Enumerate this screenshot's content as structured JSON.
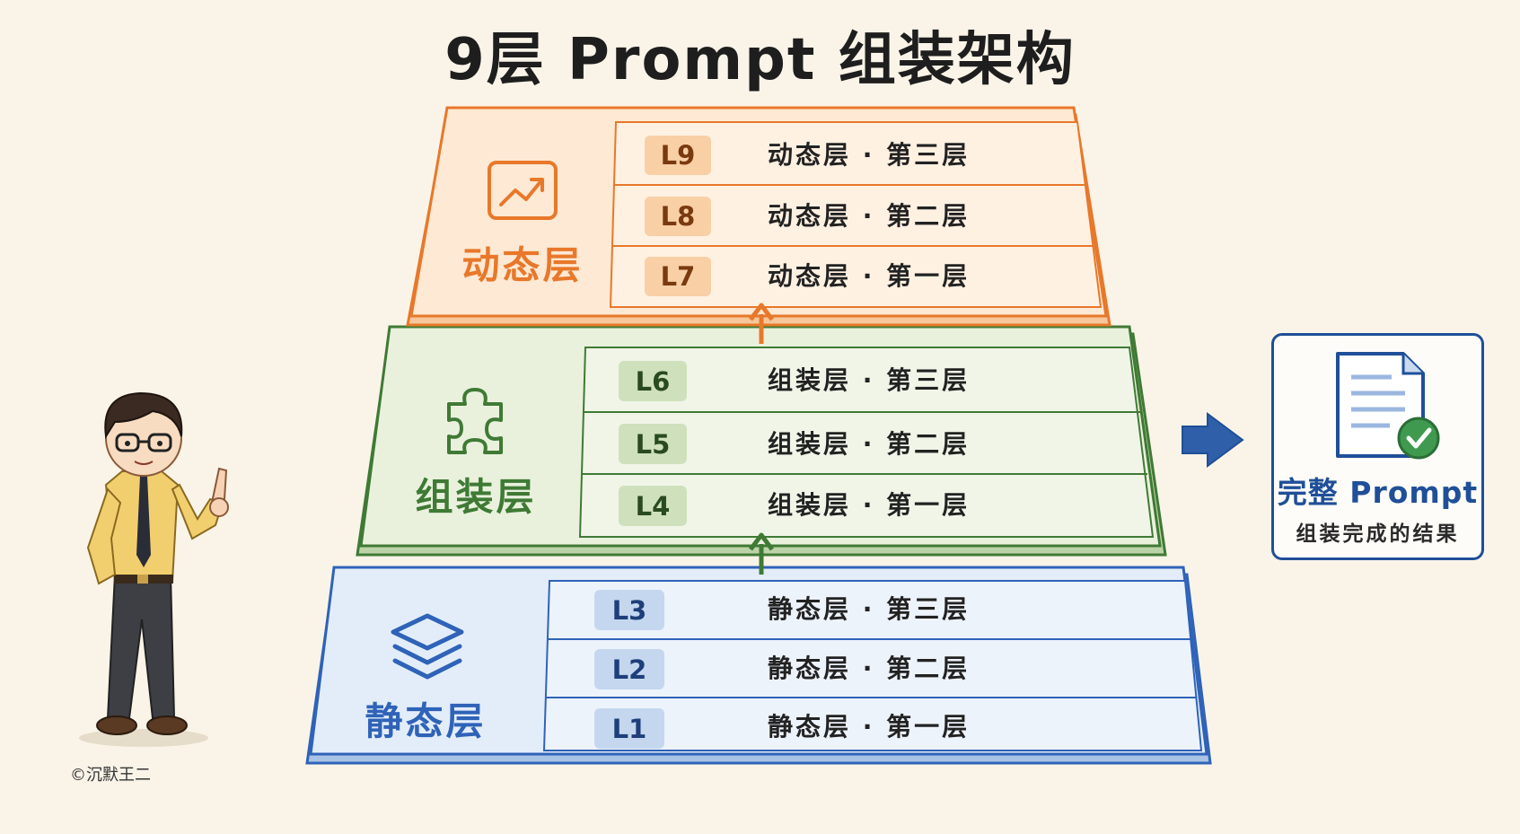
{
  "title": "9层 Prompt 组装架构",
  "tiers": [
    {
      "name": "动态层",
      "icon": "trend-chart-icon",
      "color": "#e8782a",
      "fill": "#fde7cf",
      "rows": [
        {
          "label": "L9",
          "text": "动态层 · 第三层"
        },
        {
          "label": "L8",
          "text": "动态层 · 第二层"
        },
        {
          "label": "L7",
          "text": "动态层 · 第一层"
        }
      ]
    },
    {
      "name": "组装层",
      "icon": "puzzle-piece-icon",
      "color": "#3f7a35",
      "fill": "#e4eed7",
      "rows": [
        {
          "label": "L6",
          "text": "组装层 · 第三层"
        },
        {
          "label": "L5",
          "text": "组装层 · 第二层"
        },
        {
          "label": "L4",
          "text": "组装层 · 第一层"
        }
      ]
    },
    {
      "name": "静态层",
      "icon": "layers-stack-icon",
      "color": "#2f63b8",
      "fill": "#dce8f6",
      "rows": [
        {
          "label": "L3",
          "text": "静态层 · 第三层"
        },
        {
          "label": "L2",
          "text": "静态层 · 第二层"
        },
        {
          "label": "L1",
          "text": "静态层 · 第一层"
        }
      ]
    }
  ],
  "result": {
    "title": "完整 Prompt",
    "subtitle": "组装完成的结果",
    "icon": "document-check-icon",
    "color": "#1f4f98"
  },
  "arrow_icon": "right-arrow-icon",
  "credit": "©沉默王二"
}
